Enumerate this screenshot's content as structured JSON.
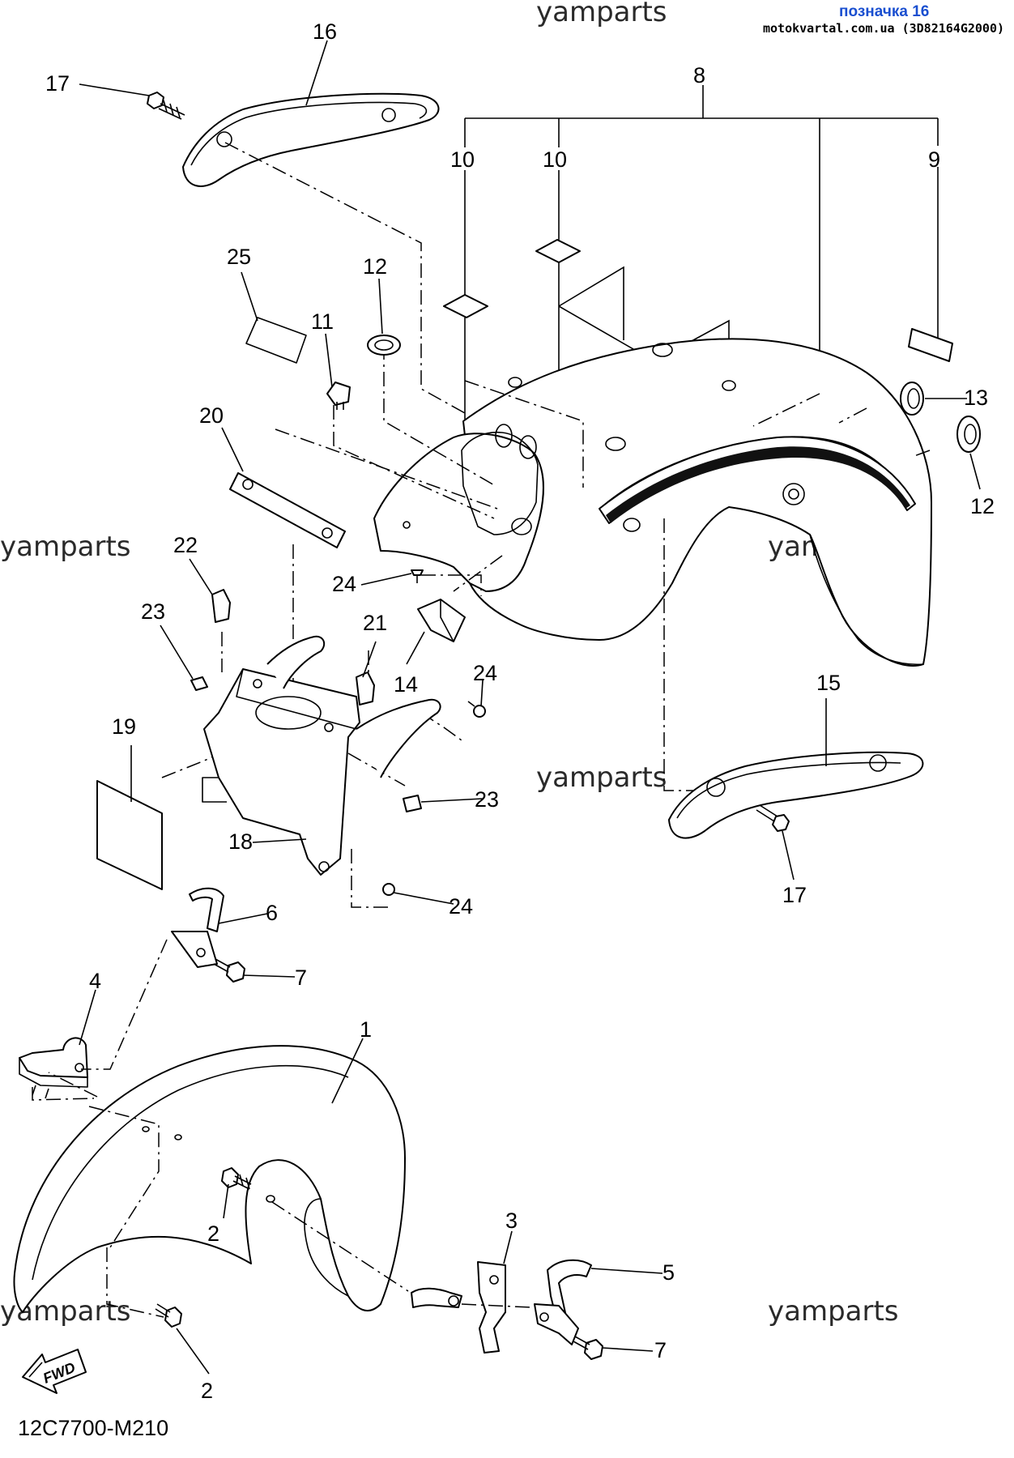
{
  "header": {
    "tag_text": "позначка 16",
    "site_text": "motokvartal.com.ua (3D82164G2000)"
  },
  "watermarks": [
    "yamparts",
    "yamparts",
    "yamparts",
    "yamparts",
    "yamparts",
    "yamparts"
  ],
  "callouts": {
    "c1": "1",
    "c2a": "2",
    "c2b": "2",
    "c3": "3",
    "c4": "4",
    "c5": "5",
    "c6": "6",
    "c7a": "7",
    "c7b": "7",
    "c8": "8",
    "c9": "9",
    "c10a": "10",
    "c10b": "10",
    "c11": "11",
    "c12a": "12",
    "c12b": "12",
    "c13": "13",
    "c14": "14",
    "c15": "15",
    "c16": "16",
    "c17a": "17",
    "c17b": "17",
    "c18": "18",
    "c19": "19",
    "c20": "20",
    "c21": "21",
    "c22": "22",
    "c23a": "23",
    "c23b": "23",
    "c24a": "24",
    "c24b": "24",
    "c24c": "24",
    "c25": "25"
  },
  "fwd_label": "FWD",
  "diagram_code": "12C7700-M210"
}
